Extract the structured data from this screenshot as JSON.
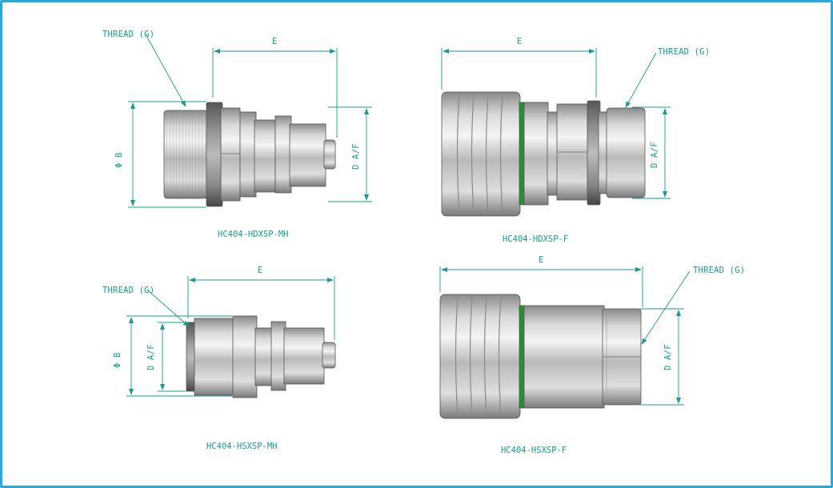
{
  "frame": {
    "border_color": "#2aa8d8"
  },
  "colors": {
    "annotation": "#1c9a90",
    "seal": "#2e8b3a",
    "metal": "#b8b8b8"
  },
  "views": [
    {
      "caption": "HC404-HDXSP-MH",
      "labels": {
        "thread": "THREAD (G)",
        "length": "E",
        "diameter": "Φ B",
        "across_flats": "D A/F"
      }
    },
    {
      "caption": "HC404-HDXSP-F",
      "labels": {
        "thread": "THREAD (G)",
        "length": "E",
        "across_flats": "D A/F"
      }
    },
    {
      "caption": "HC404-HSXSP-MH",
      "labels": {
        "thread": "THREAD (G)",
        "length": "E",
        "diameter": "Φ B",
        "across_flats": "D A/F"
      }
    },
    {
      "caption": "HC404-HSXSP-F",
      "labels": {
        "thread": "THREAD (G)",
        "length": "E",
        "across_flats": "D A/F"
      }
    }
  ]
}
